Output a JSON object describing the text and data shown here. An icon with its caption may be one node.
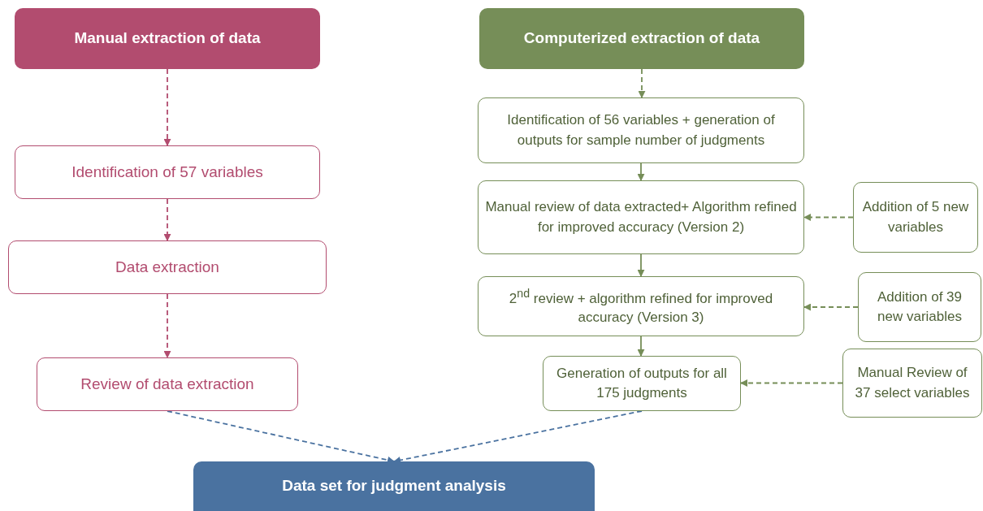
{
  "diagram": {
    "nodes": [
      {
        "text": [
          "Manual extraction of data"
        ]
      },
      {
        "text": [
          "Computerized extraction of data"
        ]
      },
      {
        "text": [
          "Identification of 57 variables"
        ]
      },
      {
        "text": [
          "Data extraction"
        ]
      },
      {
        "text": [
          "Review of data extraction"
        ]
      },
      {
        "text": [
          "Identification of  56 variables + generation of outputs for sample number of judgments"
        ]
      },
      {
        "text": [
          "Manual review of data extracted+ Algorithm refined for improved accuracy (Version 2)"
        ]
      },
      {
        "text": [
          "Addition of 5 new variables"
        ]
      },
      {
        "text": [
          "2$^{nd}$ review + algorithm refined for improved accuracy (Version 3)"
        ]
      },
      {
        "text": [
          "Addition of 39 new variables"
        ]
      },
      {
        "text": [
          "Generation of outputs for all 175 judgments"
        ]
      },
      {
        "text": [
          "Manual Review of 37 select variables"
        ]
      },
      {
        "text": [
          "Data set for judgment analysis"
        ]
      }
    ],
    "edges": [
      {
        "from": 0,
        "to": 2,
        "arrow": "to",
        "style": "dashed",
        "color": "#b24c6f"
      },
      {
        "from": 2,
        "to": 3,
        "arrow": "to",
        "style": "dashed",
        "color": "#b24c6f"
      },
      {
        "from": 3,
        "to": 4,
        "arrow": "to",
        "style": "dashed",
        "color": "#b24c6f"
      },
      {
        "from": 1,
        "to": 5,
        "arrow": "to",
        "style": "dashed"
      },
      {
        "from": 5,
        "to": 6,
        "arrow": "to"
      },
      {
        "from": 6,
        "to": 8,
        "arrow": "to"
      },
      {
        "from": 8,
        "to": 10,
        "arrow": "to"
      },
      {
        "from": 7,
        "to": 6,
        "arrow": "to",
        "style": "dashed"
      },
      {
        "from": 9,
        "to": 8,
        "arrow": "to",
        "style": "dashed"
      },
      {
        "from": 11,
        "to": 10,
        "arrow": "to",
        "style": "dashed"
      },
      {
        "from": 4,
        "to": 12,
        "arrow": "to",
        "style": "dashed",
        "color": "#4a72a0"
      },
      {
        "from": 10,
        "to": 12,
        "arrow": "to",
        "style": "dashed",
        "color": "#4a72a0"
      }
    ]
  }
}
